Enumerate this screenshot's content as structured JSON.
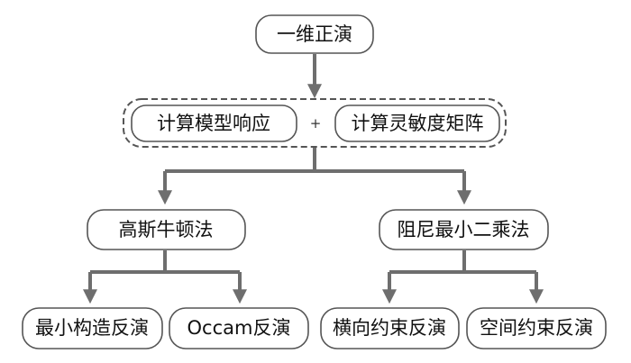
{
  "nodes": {
    "forward": "一维正演",
    "model_response": "计算模型响应",
    "operator": "+",
    "sensitivity": "计算灵敏度矩阵",
    "gauss_newton": "高斯牛顿法",
    "damped_lsq": "阻尼最小二乘法",
    "min_structure": "最小构造反演",
    "occam": "Occam反演",
    "lateral": "横向约束反演",
    "spatial": "空间约束反演"
  },
  "colors": {
    "connector": "#6e6e6e",
    "border": "#555555",
    "text": "#111111"
  }
}
